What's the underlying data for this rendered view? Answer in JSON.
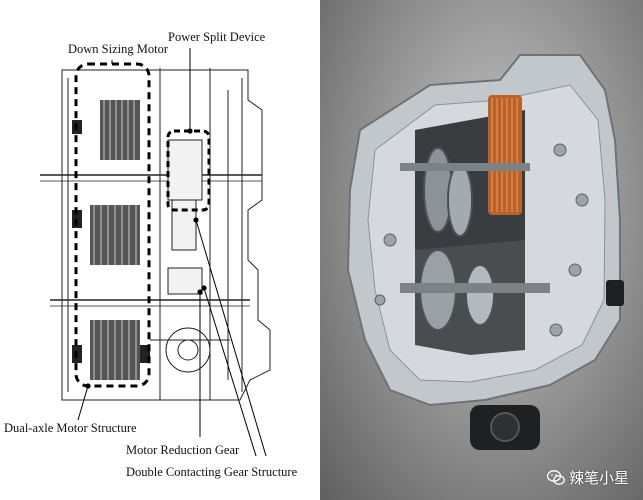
{
  "diagram": {
    "labels": {
      "down_sizing_motor": "Down Sizing  Motor",
      "power_split_device": "Power Split Device",
      "dual_axle_motor_structure": "Dual-axle Motor Structure",
      "motor_reduction_gear": "Motor Reduction Gear",
      "double_contacting_gear_structure": "Double Contacting Gear Structure"
    }
  },
  "photo": {
    "subject": "cutaway transaxle",
    "watermark": "辣笔小星",
    "watermark_icon": "wechat-icon"
  }
}
